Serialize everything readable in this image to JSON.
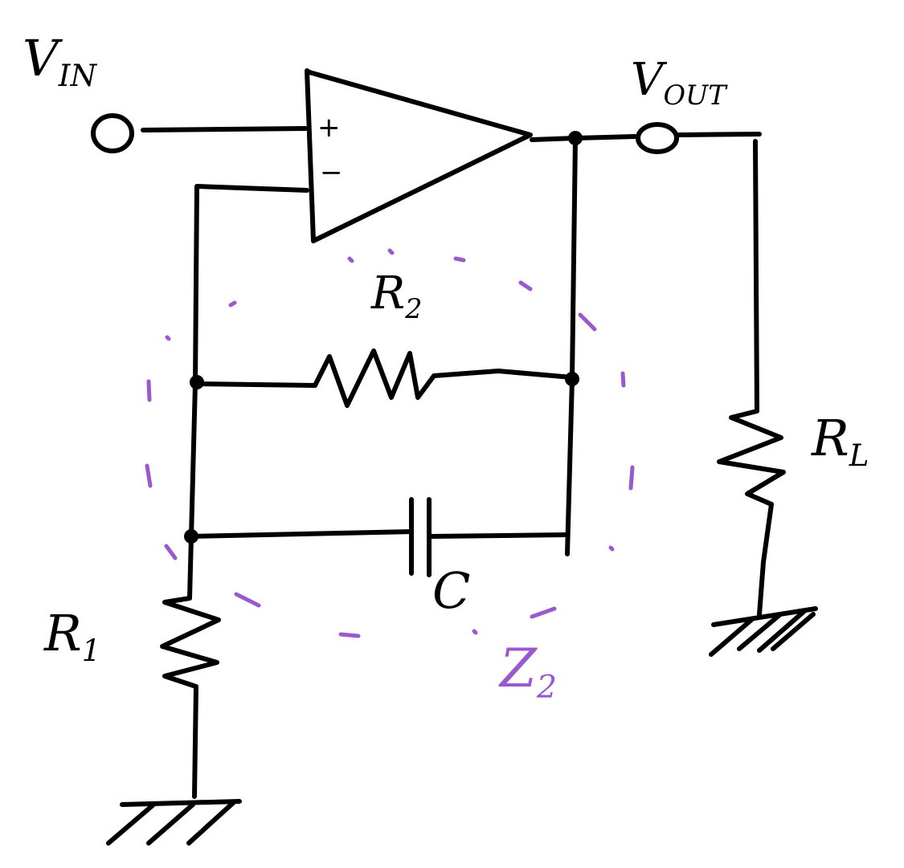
{
  "labels": {
    "vin": {
      "main": "V",
      "sub": "IN"
    },
    "vout": {
      "main": "V",
      "sub": "OUT"
    },
    "r1": {
      "main": "R",
      "sub": "1"
    },
    "r2": {
      "main": "R",
      "sub": "2"
    },
    "rl": {
      "main": "R",
      "sub": "L"
    },
    "c": {
      "main": "C"
    },
    "z2": {
      "main": "Z",
      "sub": "2"
    }
  },
  "opamp": {
    "plus": "+",
    "minus": "−"
  },
  "colors": {
    "ink": "#000000",
    "annotation": "#9b59d0"
  }
}
